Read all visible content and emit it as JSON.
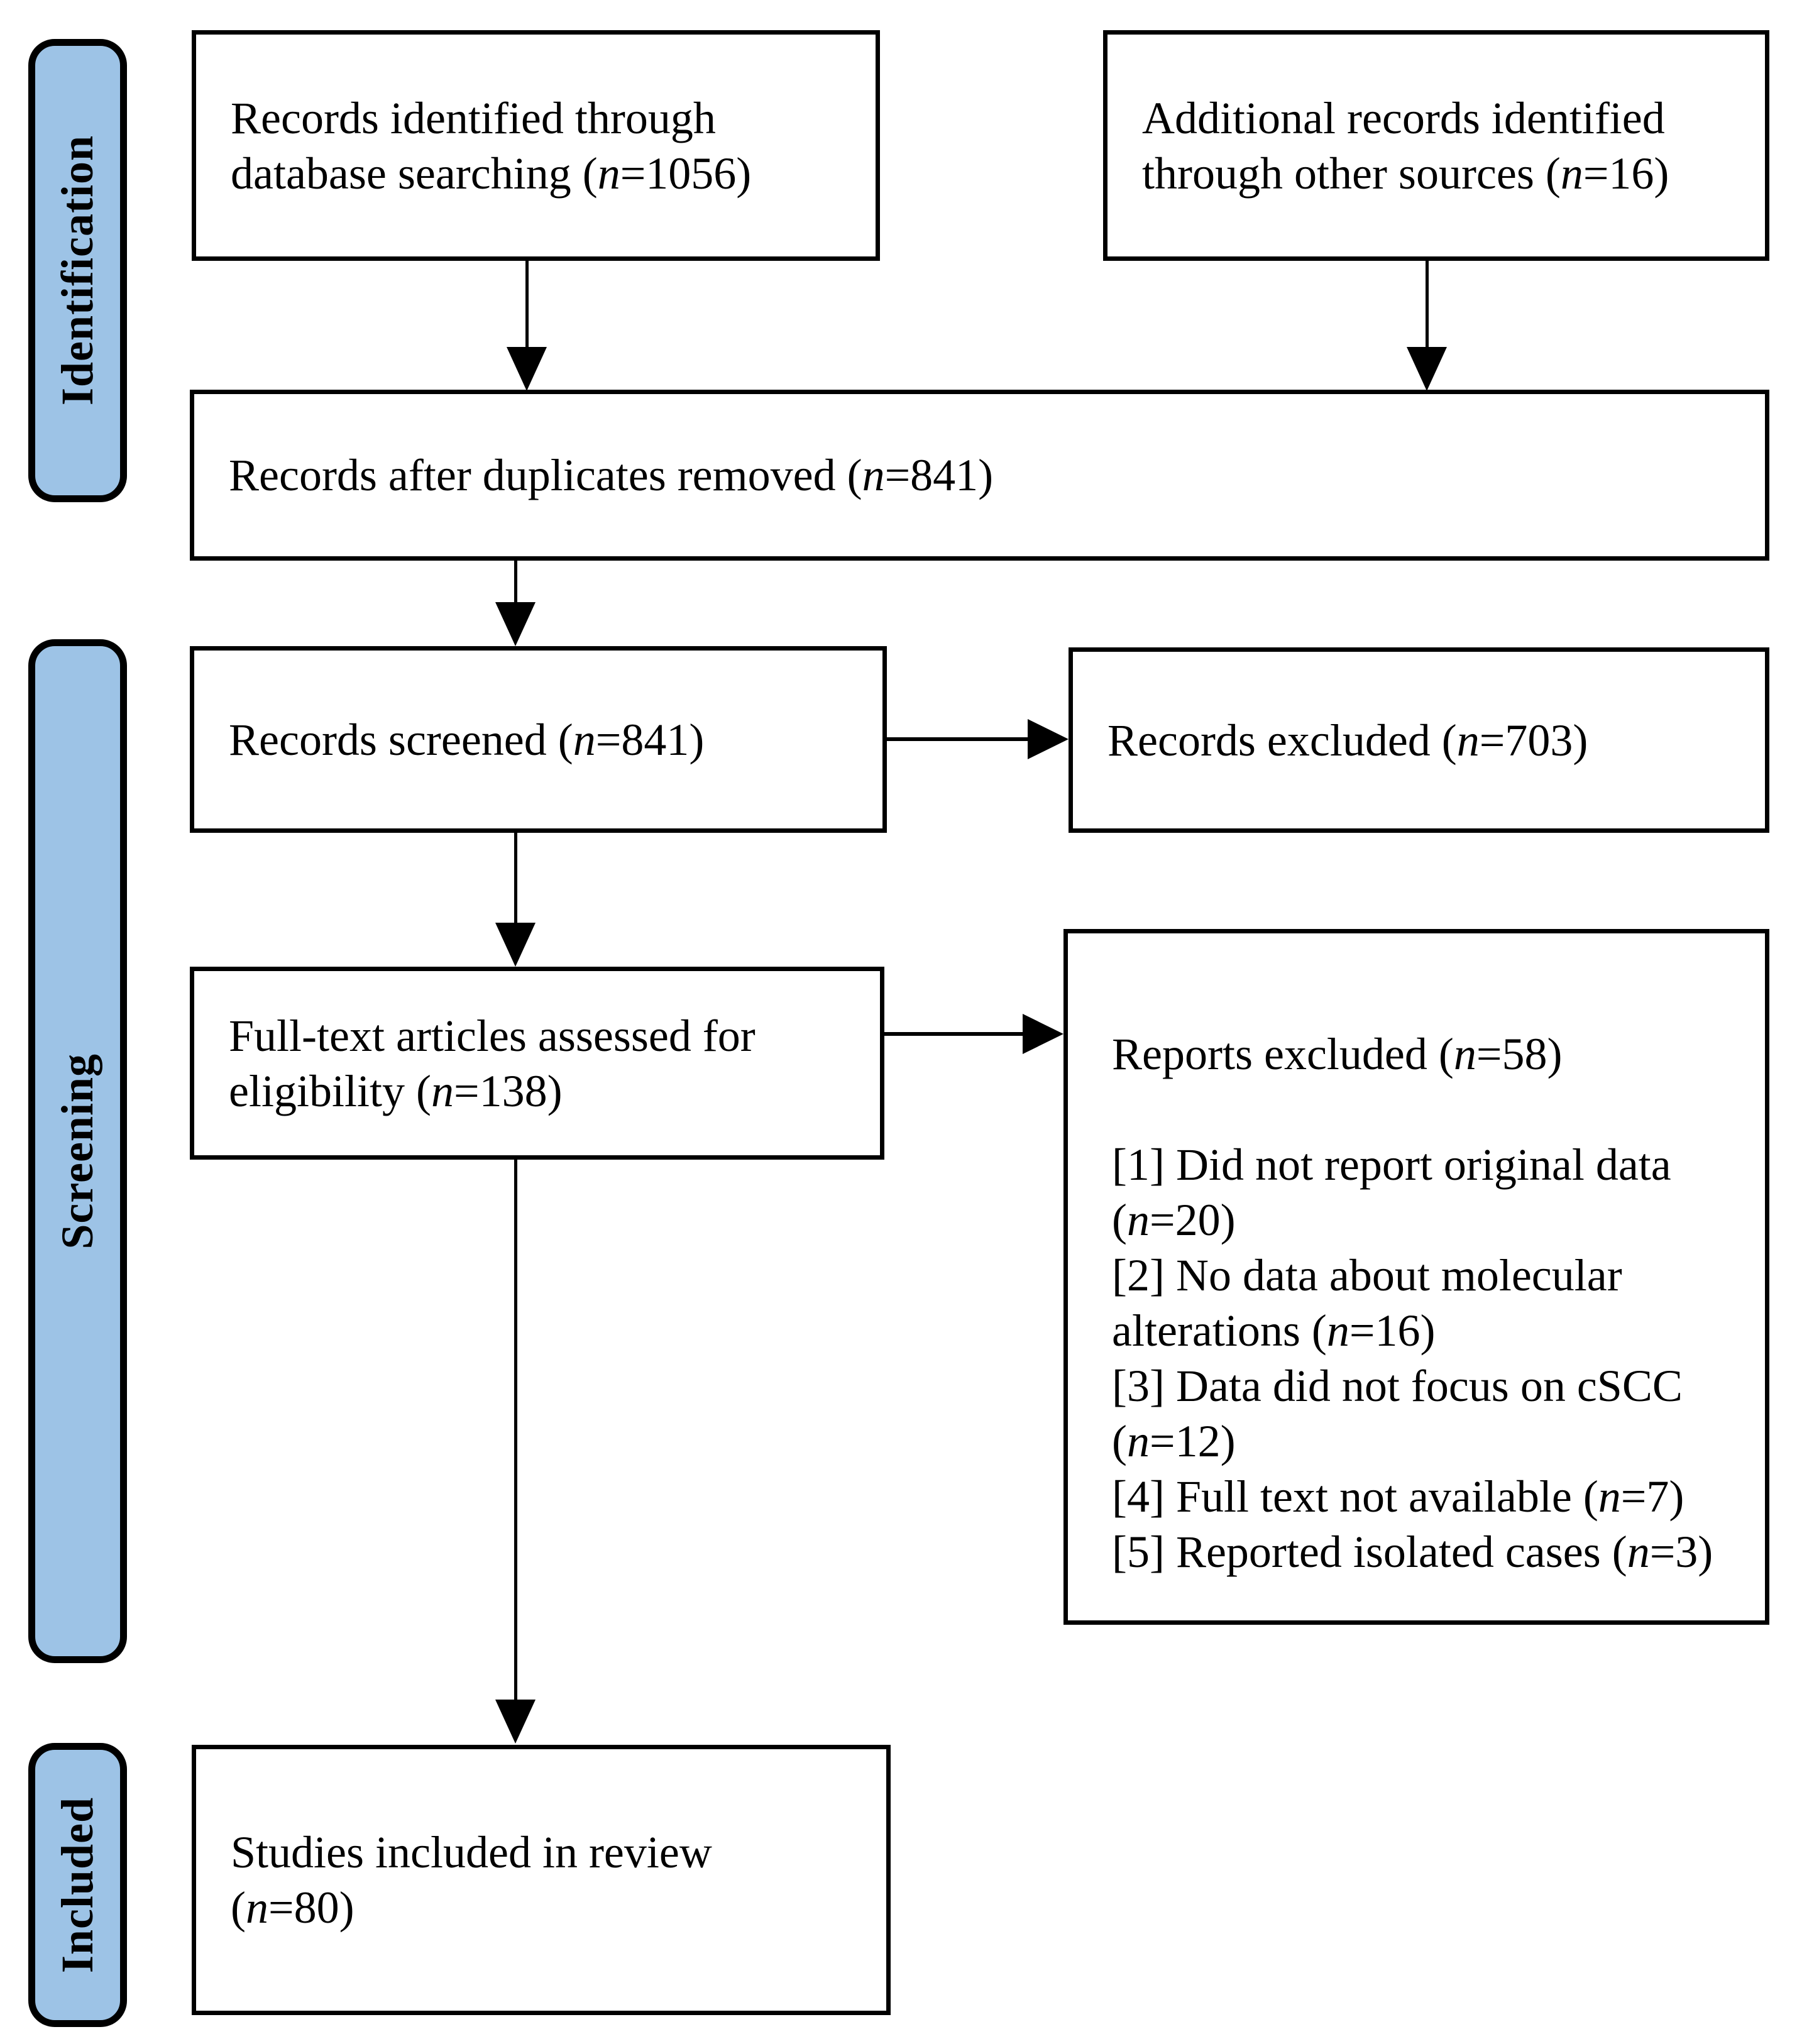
{
  "diagram": {
    "stages": [
      {
        "label": "Identification"
      },
      {
        "label": "Screening"
      },
      {
        "label": "Included"
      }
    ],
    "boxes": {
      "records_identified": "Records identified through\ndatabase searching (n=1056)",
      "additional_records": "Additional records identified\nthrough other sources (n=16)",
      "after_duplicates": "Records after duplicates removed (n=841)",
      "records_screened": "Records screened (n=841)",
      "records_excluded": "Records excluded (n=703)",
      "fulltext_assessed": "Full-text articles assessed for\neligibility (n=138)",
      "reports_excluded_title": "Reports excluded (n=58)",
      "exclusion_reasons": [
        "[1] Did not report original data\n(n=20)",
        "[2] No data about molecular\nalterations (n=16)",
        "[3] Data did not focus on cSCC\n(n=12)",
        "[4] Full text not available (n=7)",
        "[5] Reported isolated cases (n=3)"
      ],
      "studies_included": "Studies included in review\n(n=80)"
    },
    "colors": {
      "stage_fill": "#9dc3e6",
      "stroke": "#000000",
      "background": "#ffffff"
    }
  }
}
